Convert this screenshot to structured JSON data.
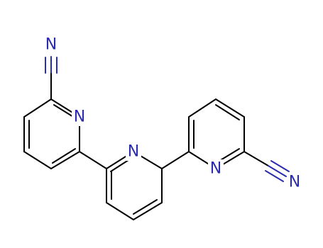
{
  "molecule": {
    "atoms": {
      "n_cyano_top": "N",
      "n_ring_left": "N",
      "n_ring_center": "N",
      "n_ring_right": "N",
      "n_cyano_right": "N"
    },
    "colors": {
      "bond": "#000000",
      "nitrogen": "#2b2bb0",
      "background": "#ffffff"
    }
  }
}
